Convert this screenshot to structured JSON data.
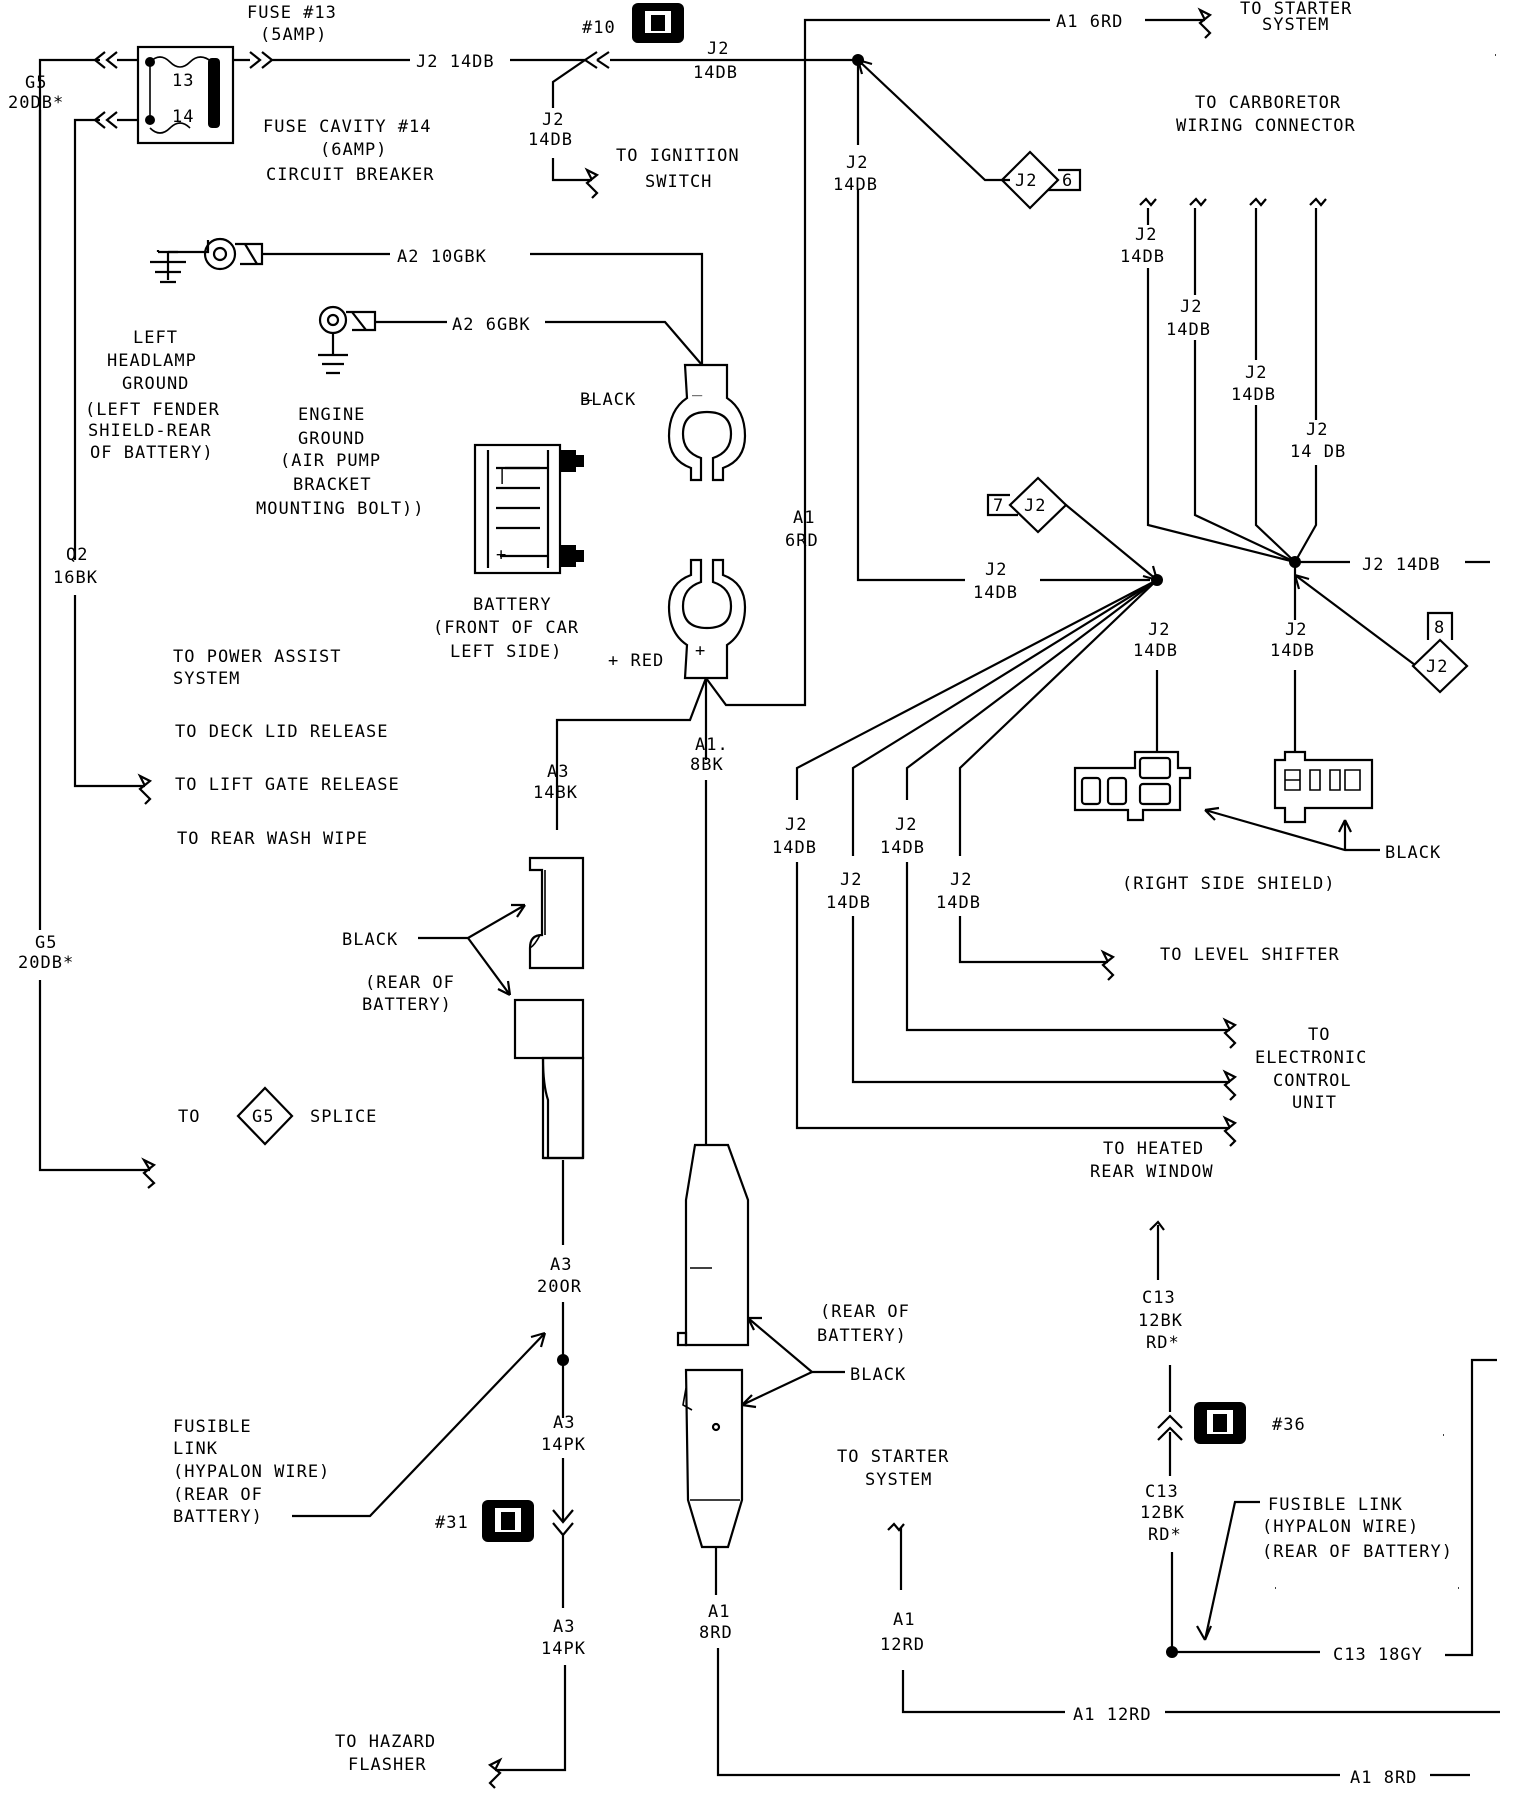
{
  "fuse_box": {
    "fuse13_title": "FUSE #13",
    "fuse13_amp": "(5AMP)",
    "n13": "13",
    "n14": "14",
    "cavity14": "FUSE CAVITY #14",
    "cavity14_amp": "(6AMP)",
    "breaker": "CIRCUIT BREAKER"
  },
  "left": {
    "g5_top_1": "G5",
    "g5_top_2": "20DB*",
    "g5_mid_1": "G5",
    "g5_mid_2": "20DB*",
    "q2_1": "Q2",
    "q2_2": "16BK",
    "headlamp_1": "LEFT",
    "headlamp_2": "HEADLAMP",
    "headlamp_3": "GROUND",
    "headlamp_4": "(LEFT FENDER",
    "headlamp_5": "SHIELD-REAR",
    "headlamp_6": "OF BATTERY)",
    "power_assist_1": "TO POWER ASSIST",
    "power_assist_2": "SYSTEM",
    "deck_lid": "TO DECK LID RELEASE",
    "lift_gate": "TO LIFT GATE RELEASE",
    "rear_wash": "TO REAR WASH WIPE",
    "to_word": "TO",
    "g5_diamond": "G5",
    "splice": "SPLICE"
  },
  "top": {
    "j2_14db_main": "J2 14DB",
    "conn10": "#10",
    "j2_a": "J2",
    "j2_a2": "14DB",
    "j2_b": "J2",
    "j2_b2": "14DB",
    "to_ignition_1": "TO IGNITION",
    "to_ignition_2": "SWITCH",
    "a1_6rd": "A1 6RD",
    "to_starter_1": "TO STARTER",
    "to_starter_2": "SYSTEM",
    "j2_c": "J2",
    "j2_c2": "14DB",
    "diamond_j2": "J2",
    "diamond_num": "6"
  },
  "battery": {
    "a2_10gbk": "A2 10GBK",
    "a2_6gbk": "A2 6GBK",
    "engine_1": "ENGINE",
    "engine_2": "GROUND",
    "engine_3": "(AIR PUMP",
    "engine_4": "BRACKET",
    "engine_5": "MOUNTING BOLT))",
    "black_term": "BLACK",
    "minus": "_",
    "battery_1": "BATTERY",
    "battery_2": "(FRONT OF CAR",
    "battery_3": "LEFT SIDE)",
    "red_term": "+ RED",
    "a1_1": "A1",
    "a1_2": "6RD",
    "a1_8bk_1": "A1.",
    "a1_8bk_2": "8BK",
    "a3_1": "A3",
    "a3_2": "14BK",
    "black_conn": "BLACK",
    "rear_bat_1": "(REAR OF",
    "rear_bat_2": "BATTERY)"
  },
  "carb": {
    "title_1": "TO CARBORETOR",
    "title_2": "WIRING CONNECTOR",
    "j2_1a": "J2",
    "j2_1b": "14DB",
    "j2_2a": "J2",
    "j2_2b": "14DB",
    "j2_3a": "J2",
    "j2_3b": "14DB",
    "j2_4a": "J2",
    "j2_4b": "14 DB",
    "j2_right": "J2 14DB",
    "d7_num": "7",
    "d7_j2": "J2",
    "d8_num": "8",
    "d8_j2": "J2",
    "j2_mid_a": "J2",
    "j2_mid_b": "14DB",
    "j2_s1a": "J2",
    "j2_s1b": "14DB",
    "j2_s2a": "J2",
    "j2_s2b": "14DB",
    "black": "BLACK",
    "right_shield": "(RIGHT SIDE SHIELD)"
  },
  "branches": {
    "j2_b1a": "J2",
    "j2_b1b": "14DB",
    "j2_b2a": "J2",
    "j2_b2b": "14DB",
    "j2_b3a": "J2",
    "j2_b3b": "14DB",
    "j2_b4a": "J2",
    "j2_b4b": "14DB",
    "level_shifter": "TO LEVEL SHIFTER",
    "ecu_1": "TO",
    "ecu_2": "ELECTRONIC",
    "ecu_3": "CONTROL",
    "ecu_4": "UNIT",
    "heated_1": "TO HEATED",
    "heated_2": "REAR WINDOW"
  },
  "bottom": {
    "a3_20or_1": "A3",
    "a3_20or_2": "20OR",
    "a3_14pk_1": "A3",
    "a3_14pk_2": "14PK",
    "a3_14pk_3": "A3",
    "a3_14pk_4": "14PK",
    "conn31": "#31",
    "fusible_1": "FUSIBLE",
    "fusible_2": "LINK",
    "fusible_3": "(HYPALON WIRE)",
    "fusible_4": "(REAR OF",
    "fusible_5": "BATTERY)",
    "hazard_1": "TO HAZARD",
    "hazard_2": "FLASHER",
    "rear_bat_1": "(REAR OF",
    "rear_bat_2": "BATTERY)",
    "black": "BLACK",
    "a1_8rd_1": "A1",
    "a1_8rd_2": "8RD",
    "starter_1": "TO STARTER",
    "starter_2": "SYSTEM",
    "a1_12rd_1": "A1",
    "a1_12rd_2": "12RD",
    "a1_12rd_h": "A1 12RD",
    "a1_8rd_h": "A1 8RD",
    "c13_1": "C13",
    "c13_2": "12BK",
    "c13_3": "RD*",
    "c13_4": "C13",
    "c13_5": "12BK",
    "c13_6": "RD*",
    "conn36": "#36",
    "fl_1": "FUSIBLE LINK",
    "fl_2": "(HYPALON WIRE)",
    "fl_3": "(REAR OF BATTERY)",
    "c13_18gy": "C13 18GY"
  }
}
